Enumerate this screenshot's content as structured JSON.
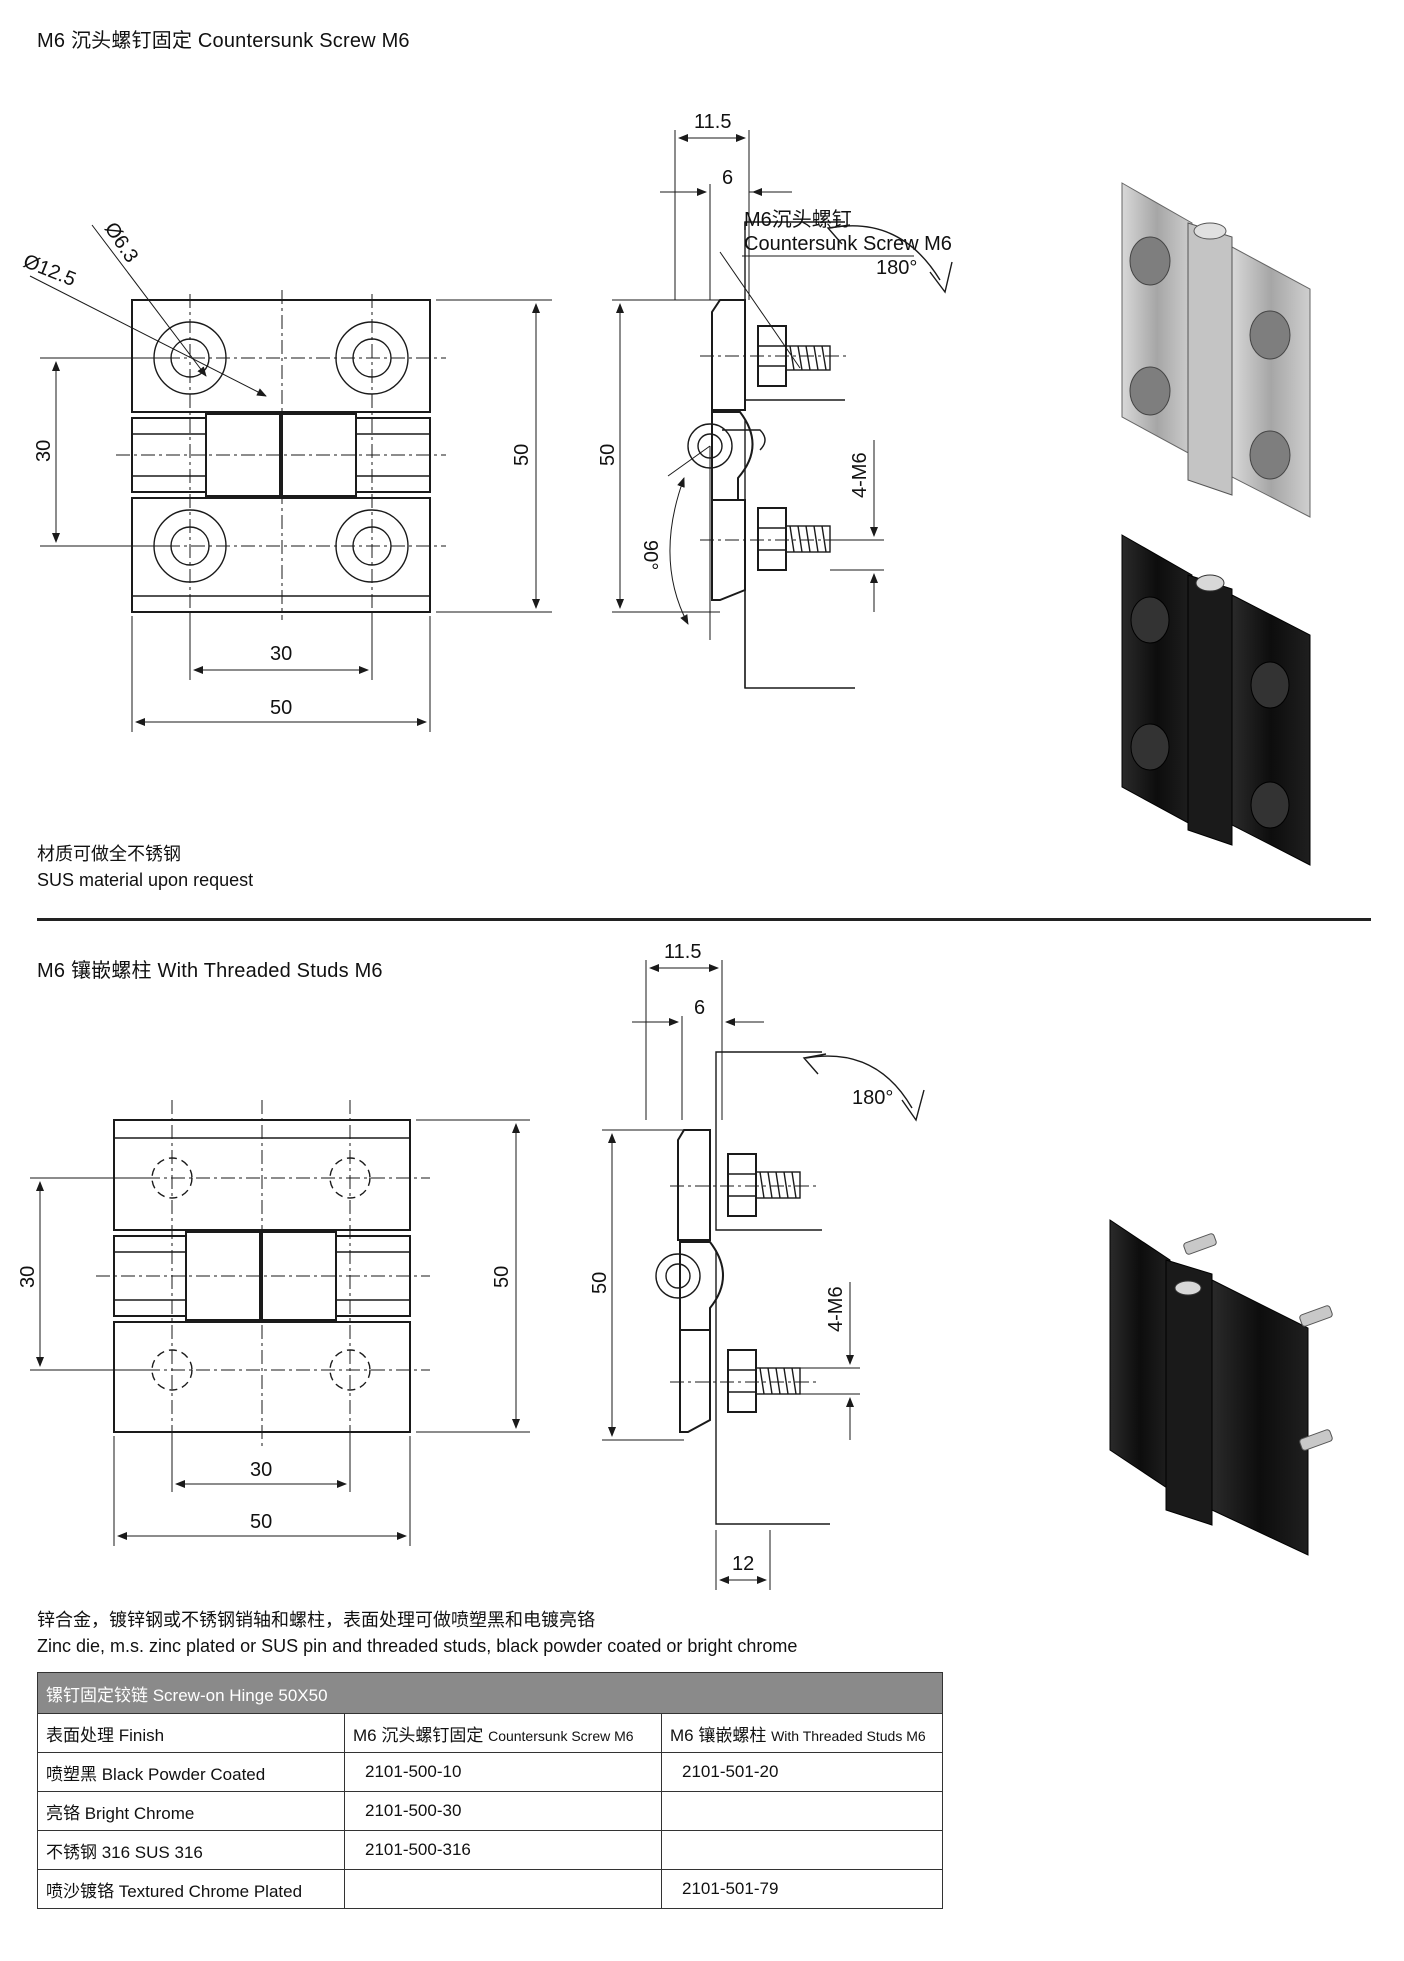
{
  "section1": {
    "heading": "M6 沉头螺钉固定  Countersunk Screw M6",
    "front_view": {
      "dim_dia_large": "Ø12.5",
      "dim_dia_small": "Ø6.3",
      "dim_hole_spacing_v": "30",
      "dim_height": "50",
      "dim_hole_spacing_h": "30",
      "dim_width": "50"
    },
    "side_view": {
      "dim_total_depth": "11.5",
      "dim_leaf_depth": "6",
      "screw_label_cn": "M6沉头螺钉",
      "screw_label_en": "Countersunk Screw M6",
      "rotation_label": "180°",
      "dim_height": "50",
      "thread_label": "4-M6",
      "angle_label": "90°"
    },
    "note_cn": "材质可做全不锈钢",
    "note_en": "SUS material upon request",
    "product_colors": [
      "#b8b8b8",
      "#111111"
    ]
  },
  "section2": {
    "heading": "M6 镶嵌螺柱 With Threaded Studs M6",
    "front_view": {
      "dim_hole_spacing_v": "30",
      "dim_height": "50",
      "dim_hole_spacing_h": "30",
      "dim_width": "50"
    },
    "side_view": {
      "dim_total_depth": "11.5",
      "dim_leaf_depth": "6",
      "rotation_label": "180°",
      "dim_height": "50",
      "thread_label": "4-M6",
      "dim_stud_length": "12"
    },
    "note_cn": "锌合金，镀锌钢或不锈钢销轴和螺柱，表面处理可做喷塑黑和电镀亮铬",
    "note_en": "Zinc die, m.s. zinc plated or SUS pin and threaded studs, black powder coated or bright chrome",
    "product_colors": [
      "#111111"
    ]
  },
  "table": {
    "title": "镙钉固定铰链  Screw-on Hinge 50X50",
    "header": {
      "finish": "表面处理 Finish",
      "col1_cn": "M6 沉头螺钉固定",
      "col1_en": "Countersunk Screw M6",
      "col2_cn": "M6 镶嵌螺柱",
      "col2_en": "With Threaded Studs M6"
    },
    "rows": [
      {
        "finish": "喷塑黑 Black Powder Coated",
        "col1": "2101-500-10",
        "col2": "2101-501-20"
      },
      {
        "finish": "亮铬 Bright Chrome",
        "col1": "2101-500-30",
        "col2": ""
      },
      {
        "finish": "不锈钢 316 SUS 316",
        "col1": "2101-500-316",
        "col2": ""
      },
      {
        "finish": "喷沙镀铬 Textured Chrome Plated",
        "col1": "",
        "col2": "2101-501-79"
      }
    ]
  }
}
